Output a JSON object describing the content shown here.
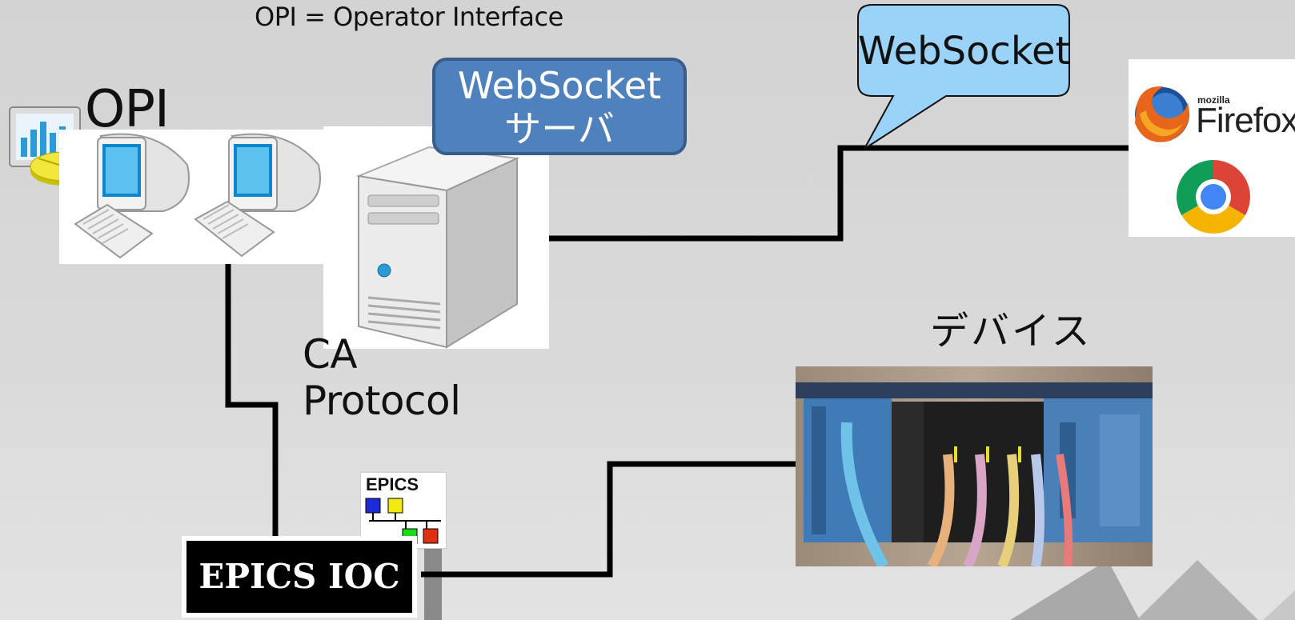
{
  "note": "OPI = Operator Interface",
  "opi_label": "OPI",
  "server_box": {
    "line1": "WebSocket",
    "line2": "サーバ"
  },
  "callout": "WebSocket",
  "ca_label": {
    "line1": "CA",
    "line2": "Protocol"
  },
  "device_label": "デバイス",
  "ioc_label": "EPICS IOC",
  "epics_logo_text": "EPICS",
  "firefox": {
    "brand_small": "mozilla",
    "brand": "Firefox"
  },
  "colors": {
    "server_fill": "#4f81bd",
    "callout_fill": "#9ad3f7",
    "line": "#000000"
  },
  "icons": [
    "opi-chart-icon",
    "workstation-icon",
    "server-tower-icon",
    "firefox-icon",
    "chrome-icon",
    "plc-device-image",
    "epics-logo"
  ]
}
